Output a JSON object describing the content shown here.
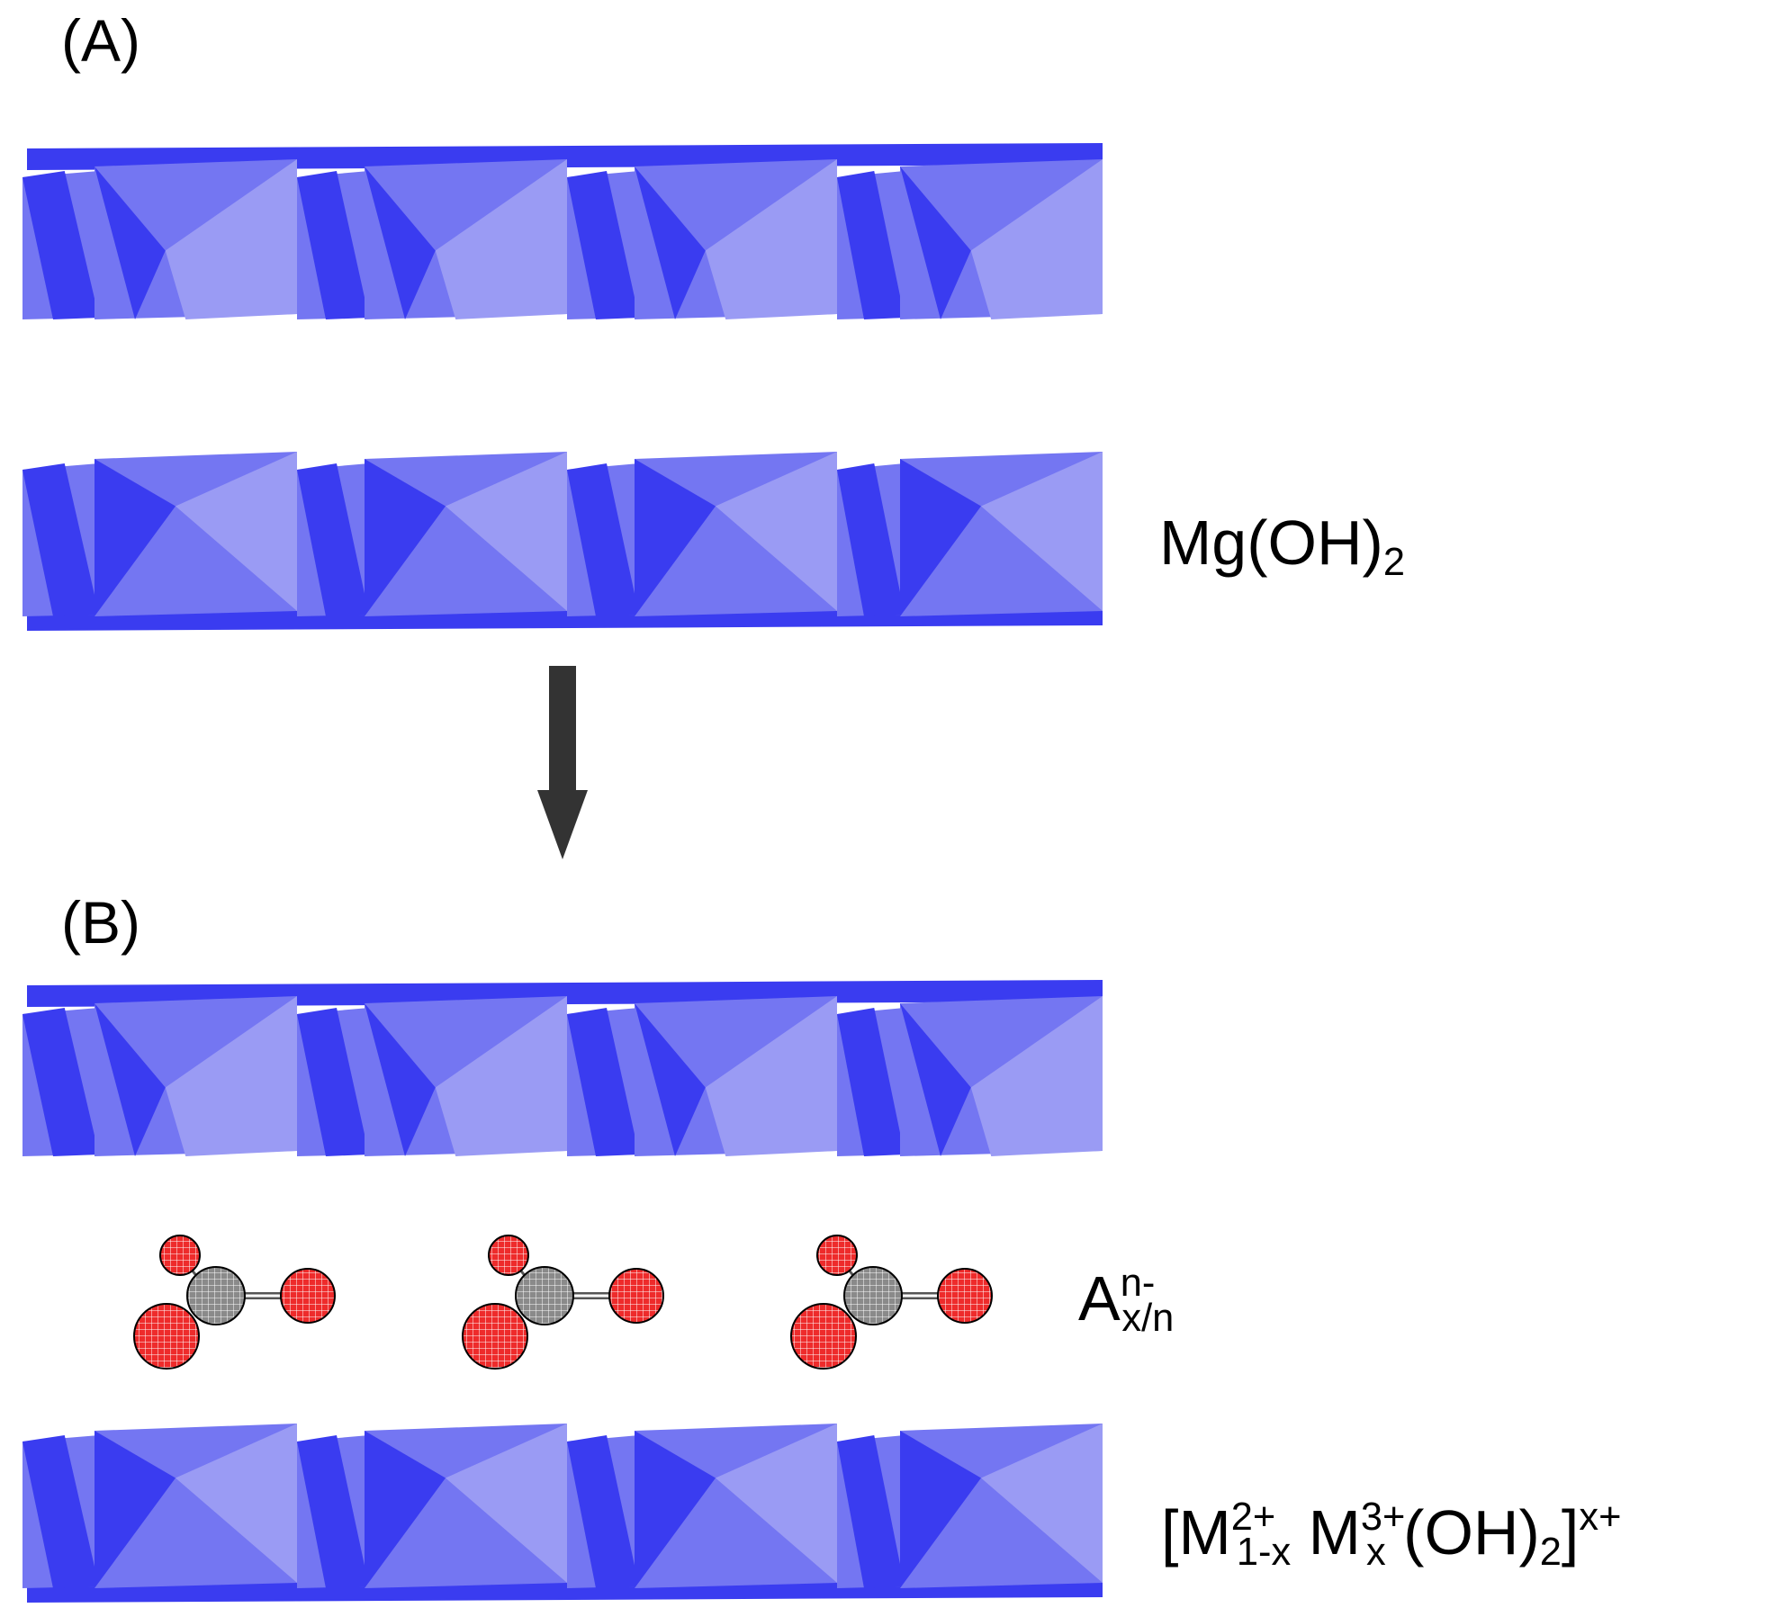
{
  "panels": {
    "a_label": "(A)",
    "b_label": "(B)"
  },
  "formulas": {
    "brucite": {
      "base": "Mg(OH)",
      "sub": "2"
    },
    "anion": {
      "base": "A",
      "sup": "n-",
      "sub": "x/n"
    },
    "ldh": {
      "open": "[M",
      "m2_sup": "2+",
      "m2_sub": "1-x",
      "m3": " M",
      "m3_sup": "3+",
      "m3_sub": "x",
      "oh": " (OH)",
      "oh_sub": "2",
      "close": "]",
      "charge_sup": "x+"
    }
  },
  "colors": {
    "octahedron_light": "#9a9bf4",
    "octahedron_mid": "#7476f2",
    "octahedron_dark": "#3a3cf0",
    "oxygen": "#ee2b2b",
    "carbon": "#8a8a8a",
    "arrow": "#333333"
  }
}
